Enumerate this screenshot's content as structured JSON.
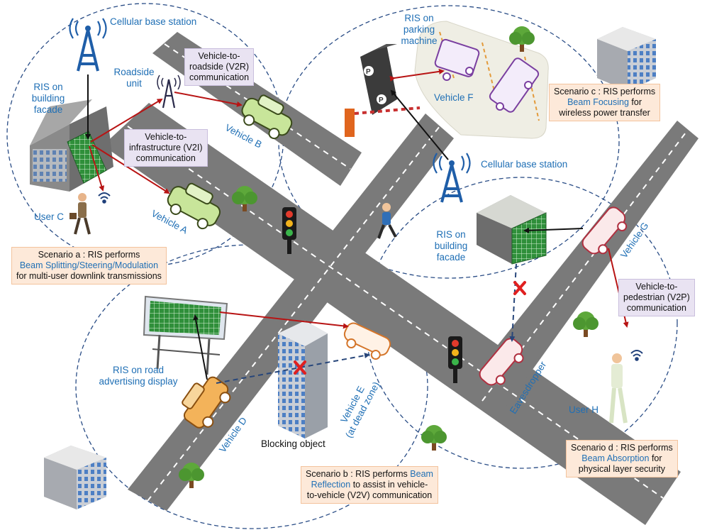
{
  "labels": {
    "cellular_top": "Cellular base station",
    "ris_facade_left_1": "RIS on",
    "ris_facade_left_2": "building",
    "ris_facade_left_3": "facade",
    "roadside_1": "Roadside",
    "roadside_2": "unit",
    "user_c": "User C",
    "vehicle_a": "Vehicle A",
    "vehicle_b": "Vehicle B",
    "ris_parking_1": "RIS on",
    "ris_parking_2": "parking",
    "ris_parking_3": "machine",
    "vehicle_f": "Vehicle F",
    "cellular_mid": "Cellular base station",
    "ris_facade_right_1": "RIS on",
    "ris_facade_right_2": "building",
    "ris_facade_right_3": "facade",
    "vehicle_g": "Vehicle G",
    "ris_ad_1": "RIS on road",
    "ris_ad_2": "advertising display",
    "vehicle_d": "Vehicle D",
    "vehicle_e_1": "Vehicle E",
    "vehicle_e_2": "(at dead zone)",
    "blocking": "Blocking object",
    "eavesdropper": "Eavesdropper",
    "user_h": "User H"
  },
  "comm_boxes": {
    "v2r_1": "Vehicle-to-",
    "v2r_2": "roadside (V2R)",
    "v2r_3": "communication",
    "v2i_1": "Vehicle-to-",
    "v2i_2": "infrastructure (V2I)",
    "v2i_3": "communication",
    "v2p_1": "Vehicle-to-",
    "v2p_2": "pedestrian (V2P)",
    "v2p_3": "communication"
  },
  "scenarios": {
    "a_1": "Scenario a : RIS performs",
    "a_2": "Beam Splitting/Steering/Modulation",
    "a_3": "for multi-user downlink transmissions",
    "b_1a": "Scenario b : RIS performs ",
    "b_1b": "Beam",
    "b_2a": "Reflection",
    "b_2b": " to assist in vehicle-",
    "b_3": "to-vehicle (V2V) communication",
    "c_1": "Scenario c : RIS performs",
    "c_2a": "Beam Focusing",
    "c_2b": " for",
    "c_3": "wireless power transfer",
    "d_1": "Scenario d : RIS performs",
    "d_2a": "Beam Absorption",
    "d_2b": " for",
    "d_3": "physical layer security"
  },
  "colors": {
    "road": "#7a7a7a",
    "lane_mark": "#ffffff",
    "signal_red": "#b81414",
    "circle_dash": "#2a4d86",
    "label_blue": "#1f6fb5",
    "ris_green": "#2f8f3a",
    "box_purple": "#e9e3f2",
    "box_orange": "#fde9d9"
  }
}
